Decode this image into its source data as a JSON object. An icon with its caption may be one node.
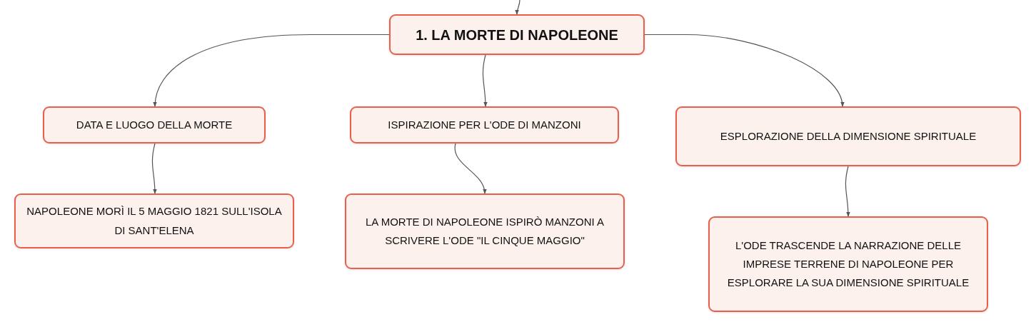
{
  "diagram": {
    "nodes": [
      {
        "text": [
          "1. LA MORTE DI NAPOLEONE"
        ]
      },
      {
        "text": [
          "DATA E LUOGO DELLA MORTE"
        ]
      },
      {
        "text": [
          "ISPIRAZIONE PER L'ODE DI MANZONI"
        ]
      },
      {
        "text": [
          "ESPLORAZIONE DELLA DIMENSIONE SPIRITUALE"
        ]
      },
      {
        "text": [
          "NAPOLEONE MORÌ IL 5 MAGGIO 1821 SULL'ISOLA DI SANT'ELENA"
        ]
      },
      {
        "text": [
          "LA MORTE DI NAPOLEONE ISPIRÒ MANZONI A SCRIVERE L'ODE \"IL CINQUE MAGGIO\""
        ]
      },
      {
        "text": [
          "L'ODE TRASCENDE LA NARRAZIONE DELLE IMPRESE TERRENE DI NAPOLEONE PER ESPLORARE LA SUA DIMENSIONE SPIRITUALE"
        ]
      }
    ],
    "edges": [
      {
        "from": null,
        "to": 0,
        "arrow": "to"
      },
      {
        "from": 0,
        "to": 1,
        "arrow": "to"
      },
      {
        "from": 0,
        "to": 2,
        "arrow": "to"
      },
      {
        "from": 0,
        "to": 3,
        "arrow": "to"
      },
      {
        "from": 1,
        "to": 4,
        "arrow": "to"
      },
      {
        "from": 2,
        "to": 5,
        "arrow": "to"
      },
      {
        "from": 3,
        "to": 6,
        "arrow": "to"
      }
    ]
  }
}
